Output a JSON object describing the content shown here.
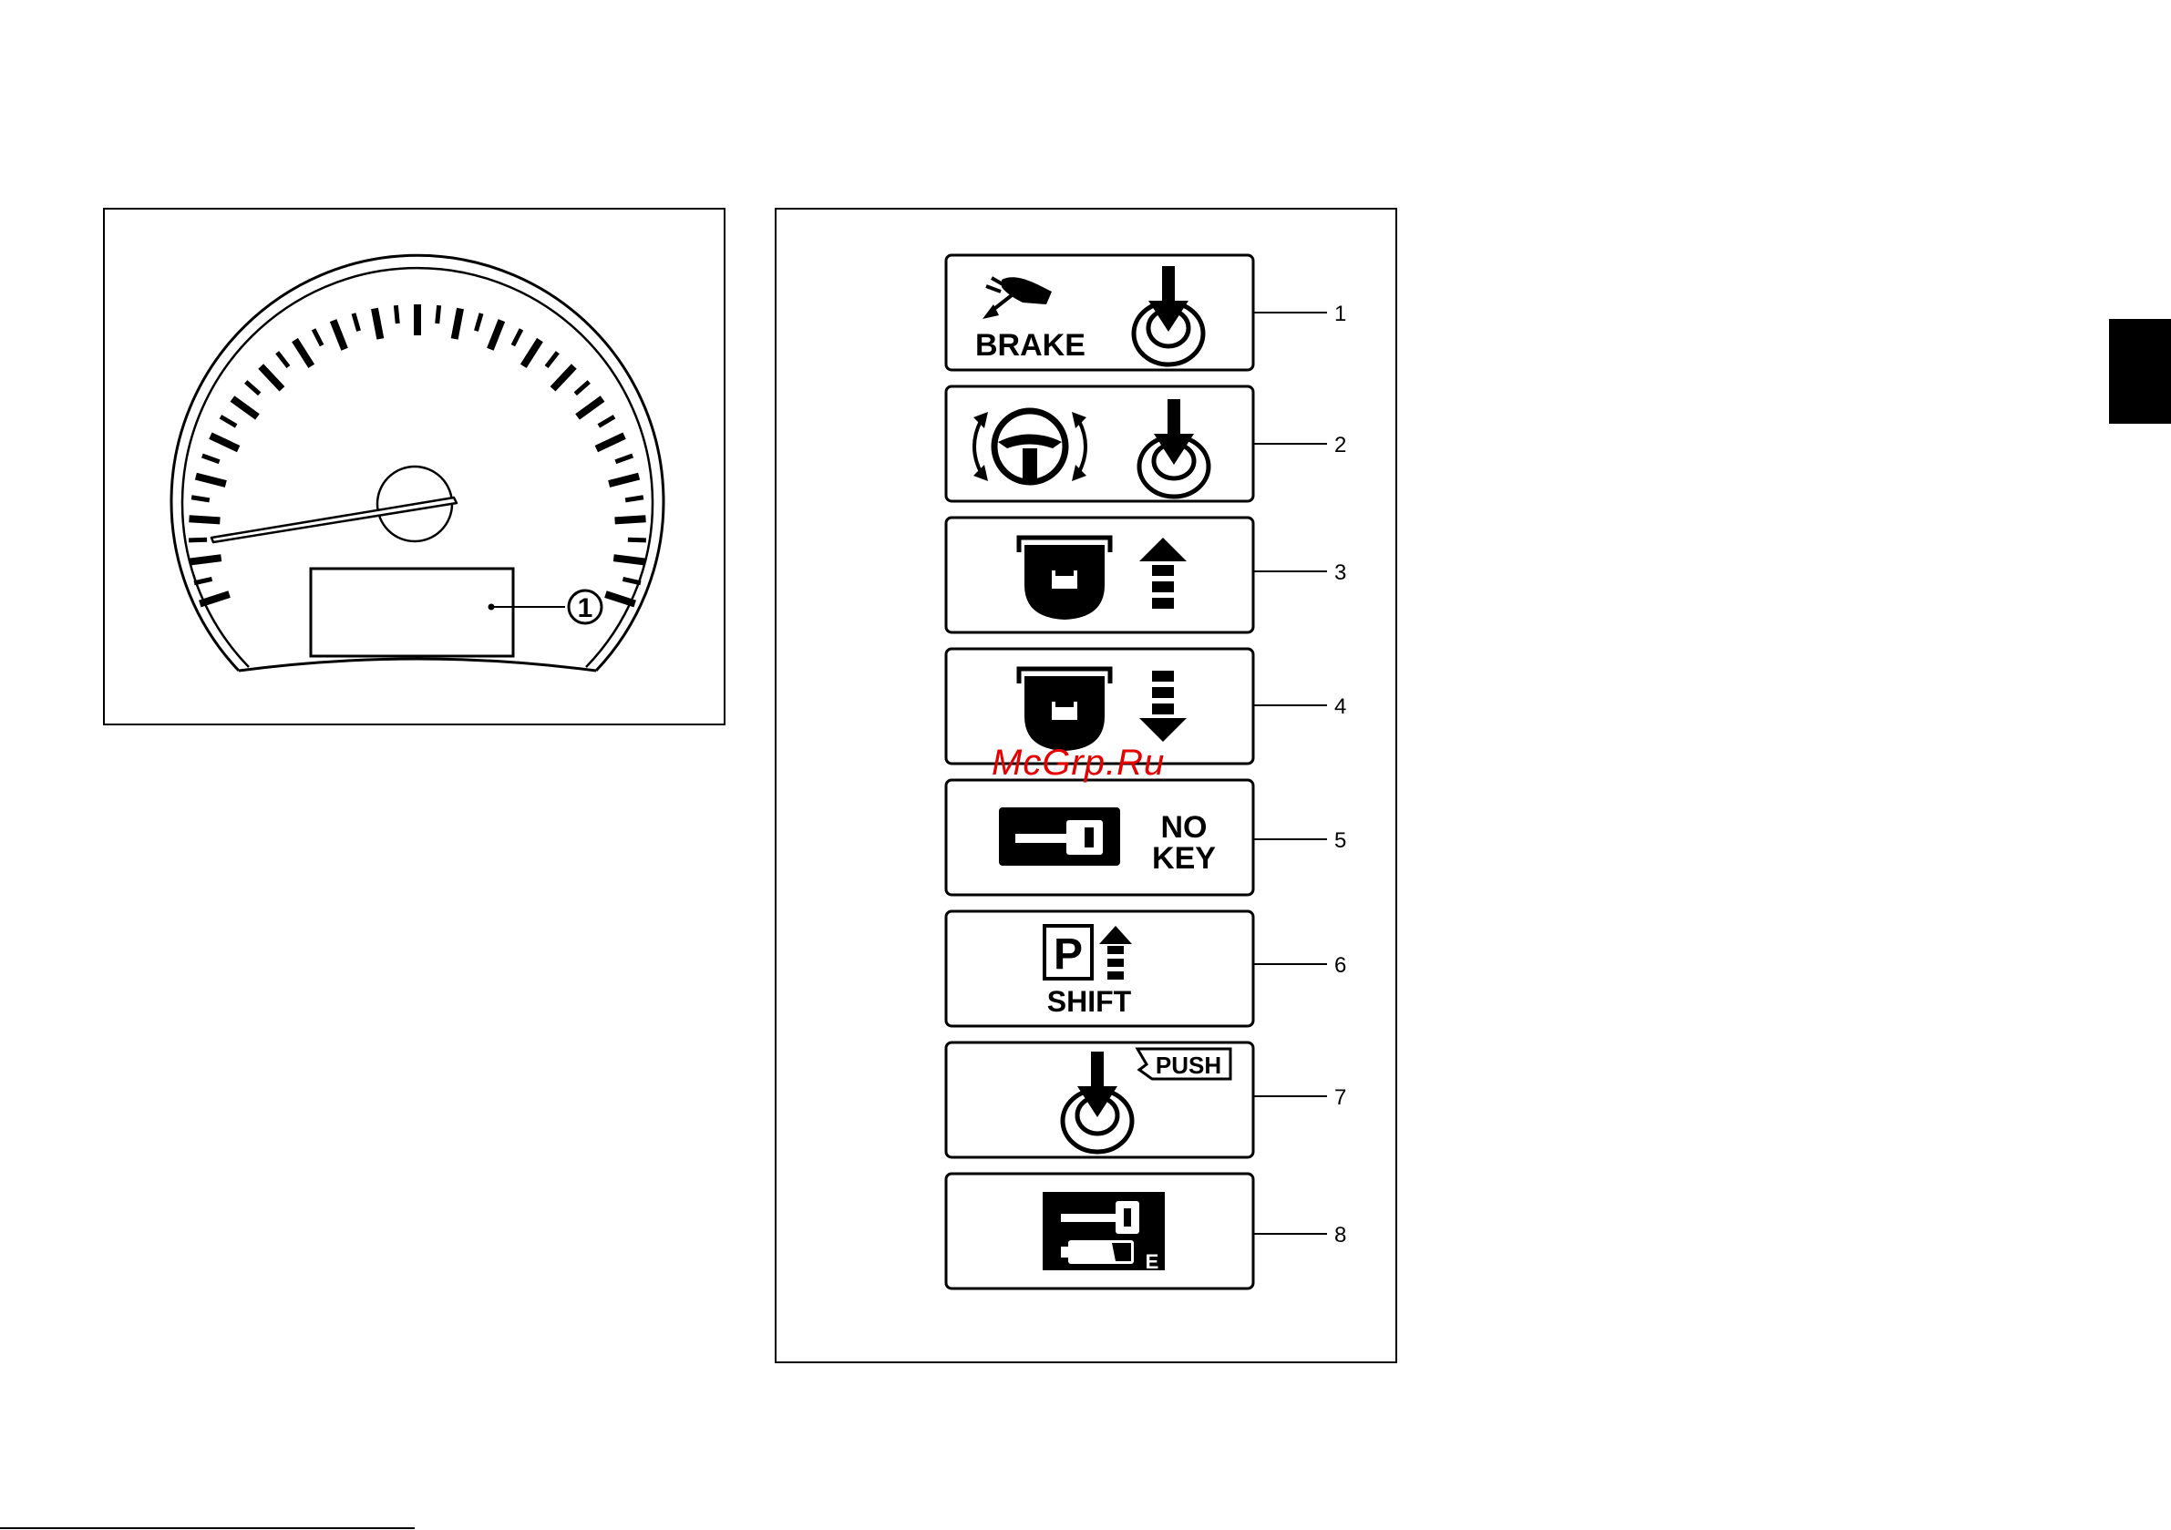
{
  "left_figure": {
    "callout": "1",
    "name": "speedometer-with-display"
  },
  "right_figure": {
    "indicators": [
      {
        "number": "1",
        "icon": "brake-pedal-push-start-icon",
        "text": "BRAKE"
      },
      {
        "number": "2",
        "icon": "steering-lock-push-start-icon",
        "text": ""
      },
      {
        "number": "3",
        "icon": "key-fob-insert-icon",
        "text": ""
      },
      {
        "number": "4",
        "icon": "key-fob-remove-icon",
        "text": ""
      },
      {
        "number": "5",
        "icon": "key-icon",
        "text_line1": "NO",
        "text_line2": "KEY"
      },
      {
        "number": "6",
        "icon": "park-shift-icon",
        "text_letter": "P",
        "text": "SHIFT"
      },
      {
        "number": "7",
        "icon": "push-start-icon",
        "text": "PUSH"
      },
      {
        "number": "8",
        "icon": "key-battery-low-icon",
        "text": "E"
      }
    ]
  },
  "watermark": "McGrp.Ru",
  "colors": {
    "ink": "#000000",
    "paper": "#ffffff",
    "watermark": "#e60000"
  }
}
